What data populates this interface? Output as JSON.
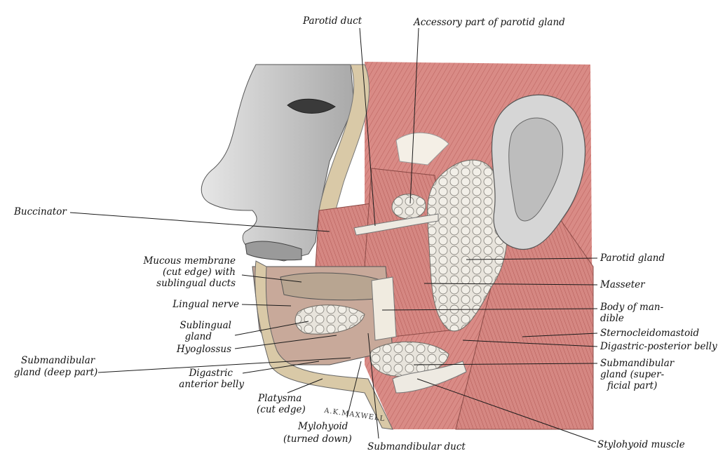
{
  "labels": {
    "parotid_duct": "Parotid duct",
    "accessory_parotid": "Accessory part of parotid gland",
    "buccinator": "Buccinator",
    "mucous_1": "Mucous membrane",
    "mucous_2": "(cut edge) with",
    "mucous_3": "sublingual ducts",
    "lingual_nerve": "Lingual nerve",
    "sublingual_1": "Sublingual",
    "sublingual_2": "gland",
    "hyoglossus": "Hyoglossus",
    "submand_deep_1": "Submandibular",
    "submand_deep_2": "gland (deep part)",
    "digastric_ant_1": "Digastric",
    "digastric_ant_2": "anterior belly",
    "platysma_1": "Platysma",
    "platysma_2": "(cut edge)",
    "mylohyoid_1": "Mylohyoid",
    "mylohyoid_2": "(turned down)",
    "submand_duct": "Submandibular duct",
    "parotid_gland": "Parotid gland",
    "masseter": "Masseter",
    "body_mandible_1": "Body of man-",
    "body_mandible_2": "dible",
    "sternocleido": "Sternocleidomastoid",
    "digastric_post": "Digastric-posterior belly",
    "submand_sup_1": "Submandibular",
    "submand_sup_2": "gland (super-",
    "submand_sup_3": "ficial part)",
    "stylohyoid": "Stylohyoid muscle"
  },
  "signature": "A.K.MAXWELL",
  "colors": {
    "muscle": "#d98b86",
    "muscle_dark": "#b9605c",
    "gland": "#e6e2da",
    "skin": "#cfcfcf",
    "mucosa": "#c9a07a"
  }
}
